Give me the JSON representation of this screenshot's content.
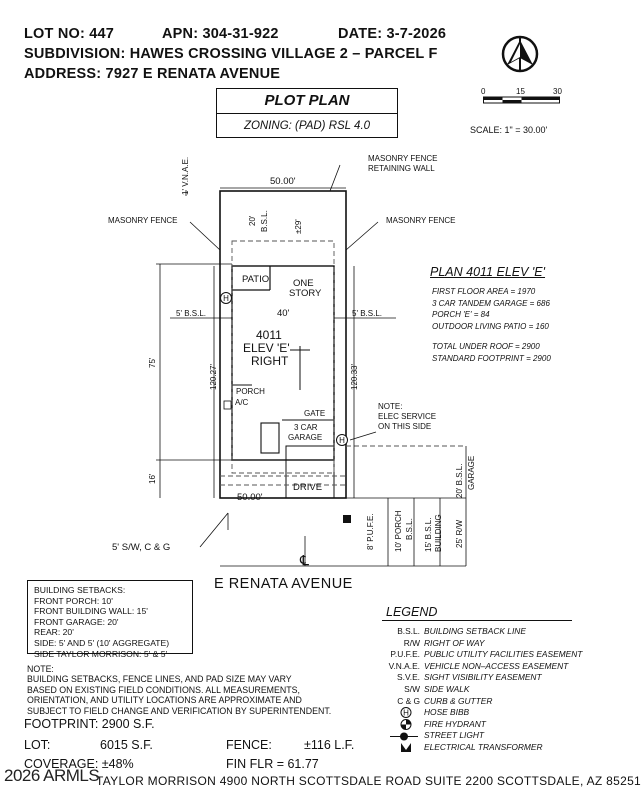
{
  "header": {
    "lot_no": "LOT NO: 447",
    "apn": "APN: 304-31-922",
    "date": "DATE: 3-7-2026",
    "subdivision": "SUBDIVISION: HAWES CROSSING VILLAGE 2 – PARCEL F",
    "address": "ADDRESS: 7927 E RENATA AVENUE"
  },
  "title_block": {
    "title": "PLOT PLAN",
    "zoning": "ZONING: (PAD) RSL 4.0"
  },
  "scale": {
    "ticks": [
      "0",
      "15",
      "30"
    ],
    "label": "SCALE: 1\" = 30.00'"
  },
  "plan_info": {
    "title": "PLAN 4011 ELEV 'E'",
    "lines": [
      "FIRST FLOOR AREA = 1970",
      "3 CAR TANDEM GARAGE = 686",
      "PORCH 'E' = 84",
      "OUTDOOR LIVING PATIO = 160"
    ],
    "totals": [
      "TOTAL UNDER ROOF = 2900",
      "STANDARD FOOTPRINT = 2900"
    ]
  },
  "site": {
    "vnae": "1' V.N.A.E.",
    "fence_rear": "MASONRY FENCE",
    "fence_rear2": "RETAINING WALL",
    "fence_left": "MASONRY FENCE",
    "fence_right": "MASONRY FENCE",
    "rear_width": "50.00'",
    "front_width": "50.00'",
    "rear_bsl": "20'",
    "rear_bsl_lbl": "B.S.L.",
    "rear_dist": "±29'",
    "patio": "PATIO",
    "one_story": "ONE",
    "one_story2": "STORY",
    "side_bsl_left": "5' B.S.L.",
    "side_bsl_right": "5' B.S.L.",
    "house_width": "40'",
    "house_l1": "4011",
    "house_l2": "ELEV 'E'",
    "house_l3": "RIGHT",
    "porch": "PORCH",
    "ac": "A/C",
    "gate": "GATE",
    "garage_l1": "3 CAR",
    "garage_l2": "GARAGE",
    "drive": "DRIVE",
    "depth_left": "120.27'",
    "depth_right": "120.33'",
    "depth_75": "75'",
    "depth_16": "16'",
    "note_l1": "NOTE:",
    "note_l2": "ELEC SERVICE",
    "note_l3": "ON THIS SIDE",
    "garage_bsl": "20' B.S.L.",
    "garage_bsl2": "GARAGE",
    "pufe": "8' P.U.F.E.",
    "porch_bsl": "10' PORCH",
    "porch_bsl2": "B.S.L.",
    "bldg_bsl": "15' B.S.L.",
    "bldg_bsl2": "BUILDING",
    "rw": "25' R/W",
    "swcg": "5' S/W, C & G",
    "cl": "℄",
    "street": "E  RENATA  AVENUE",
    "hb": "H"
  },
  "setbacks": {
    "title": "BUILDING SETBACKS:",
    "lines": [
      "FRONT PORCH: 10'",
      "FRONT BUILDING WALL: 15'",
      "FRONT GARAGE: 20'",
      "REAR: 20'",
      "SIDE: 5' AND 5' (10' AGGREGATE)",
      "SIDE TAYLOR MORRISON: 5' & 5'"
    ]
  },
  "note": {
    "title": "NOTE:",
    "lines": [
      "BUILDING SETBACKS, FENCE LINES, AND PAD SIZE MAY VARY",
      "BASED ON EXISTING FIELD CONDITIONS.  ALL MEASUREMENTS,",
      "ORIENTATION, AND UTILITY LOCATIONS ARE APPROXIMATE AND",
      "SUBJECT TO FIELD CHANGE AND VERIFICATION BY SUPERINTENDENT."
    ]
  },
  "legend": {
    "title": "LEGEND",
    "items": [
      {
        "abbr": "B.S.L.",
        "desc": "BUILDING SETBACK LINE"
      },
      {
        "abbr": "R/W",
        "desc": "RIGHT OF WAY"
      },
      {
        "abbr": "P.U.F.E.",
        "desc": "PUBLIC UTILITY FACILITIES EASEMENT"
      },
      {
        "abbr": "V.N.A.E.",
        "desc": "VEHICLE NON–ACCESS EASEMENT"
      },
      {
        "abbr": "S.V.E.",
        "desc": "SIGHT VISIBILITY EASEMENT"
      },
      {
        "abbr": "S/W",
        "desc": "SIDE WALK"
      },
      {
        "abbr": "C & G",
        "desc": "CURB & GUTTER"
      },
      {
        "abbr": "hose-bibb-icon",
        "desc": "HOSE BIBB"
      },
      {
        "abbr": "fire-hydrant-icon",
        "desc": "FIRE HYDRANT"
      },
      {
        "abbr": "street-light-icon",
        "desc": "STREET LIGHT"
      },
      {
        "abbr": "electrical-transformer-icon",
        "desc": "ELECTRICAL TRANSFORMER"
      }
    ]
  },
  "stats": {
    "footprint": "FOOTPRINT: 2900 S.F.",
    "lot_label": "LOT:",
    "lot_value": "6015 S.F.",
    "fence_label": "FENCE:",
    "fence_value": "±116 L.F.",
    "coverage": "COVERAGE: ±48%",
    "fin_flr": "FIN FLR = 61.77"
  },
  "footer": {
    "watermark": "2026 ARMLS",
    "address": "TAYLOR MORRISON 4900 NORTH SCOTTSDALE ROAD SUITE 2200 SCOTTSDALE, AZ  85251"
  }
}
